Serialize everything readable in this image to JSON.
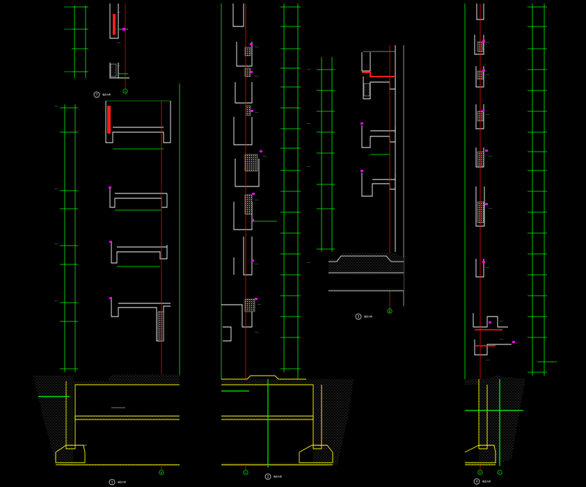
{
  "drawing": {
    "background": "#000000",
    "colors": {
      "outline": "#ffffff",
      "dimension": "#00ff00",
      "axis": "#ff0000",
      "hatch": "#808080",
      "structure": "#ffff00",
      "tag": "#ff00ff",
      "insulation": "#c0c000"
    },
    "section_marks": [
      {
        "id": "mark-7",
        "number": "7",
        "label": "墙身大样"
      },
      {
        "id": "mark-1",
        "number": "1",
        "label": "墙身大样"
      },
      {
        "id": "mark-2",
        "number": "2",
        "label": "墙身大样"
      },
      {
        "id": "mark-3",
        "number": "3",
        "label": "墙身大样"
      },
      {
        "id": "mark-4",
        "number": "4",
        "label": "墙身大样"
      }
    ],
    "axis_bubbles": [
      {
        "id": "axis-a",
        "label": "A"
      },
      {
        "id": "axis-b",
        "label": "B"
      },
      {
        "id": "axis-c",
        "label": "C"
      },
      {
        "id": "axis-d",
        "label": "D"
      },
      {
        "id": "axis-e",
        "label": "E"
      },
      {
        "id": "axis-f",
        "label": "F"
      }
    ]
  }
}
